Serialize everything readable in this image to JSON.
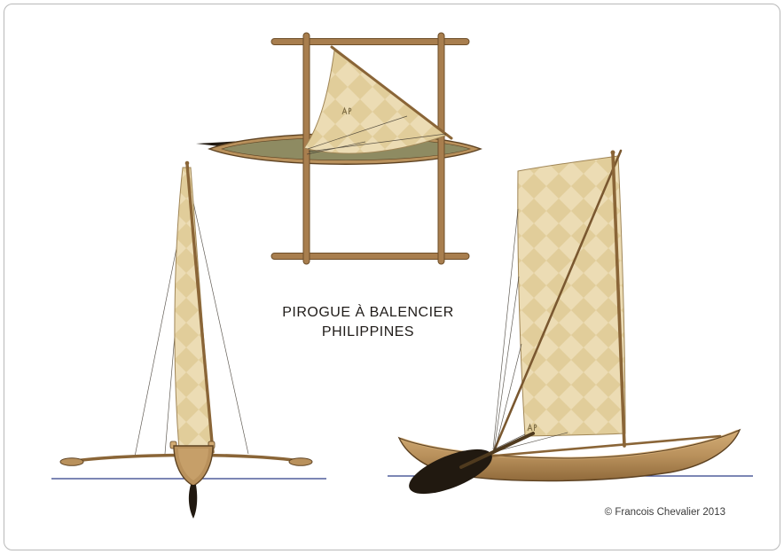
{
  "title": {
    "line1": "PIROGUE À BALENCIER",
    "line2": "PHILIPPINES"
  },
  "footer": {
    "copyright": "© Francois Chevalier 2013"
  },
  "palette": {
    "paper": "#ffffff",
    "ink": "#1f1b18",
    "sail_base": "#ecdcb4",
    "sail_diamond": "#e1cd9a",
    "sail_outline": "#a08657",
    "spar": "#a87e4e",
    "spar_dark": "#6e4f2a",
    "mast": "#8a6537",
    "hull_light": "#d2ab74",
    "hull_mid": "#b9915c",
    "hull_dark": "#8a6436",
    "hull_outline": "#5d4222",
    "plan_deck": "#8e8b62",
    "black_detail": "#211910",
    "waterline": "#2e3f86",
    "rigging": "#3a332a",
    "frame_border": "#b9b9b9"
  }
}
